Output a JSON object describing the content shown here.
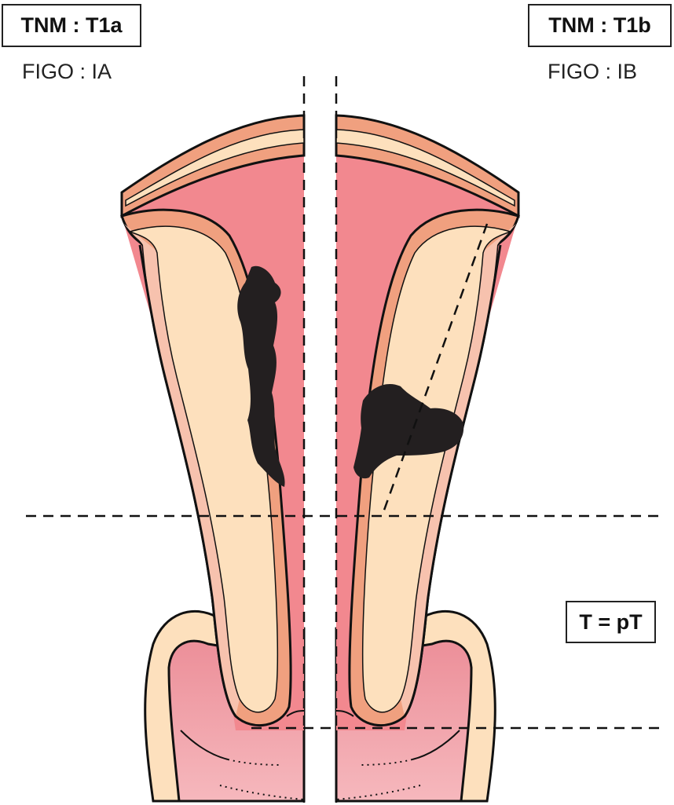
{
  "labels": {
    "left_tnm": "TNM : T1a",
    "left_figo": "FIGO : IA",
    "right_tnm": "TNM : T1b",
    "right_figo": "FIGO : IB",
    "pt_note": "T = pT"
  },
  "colors": {
    "cavity": "#f2888f",
    "myometrium": "#fde0bd",
    "endometrium_band": "#f0a07f",
    "serosa": "#f7c2ae",
    "cervix": "#ee9aa3",
    "tumor": "#231f20"
  }
}
